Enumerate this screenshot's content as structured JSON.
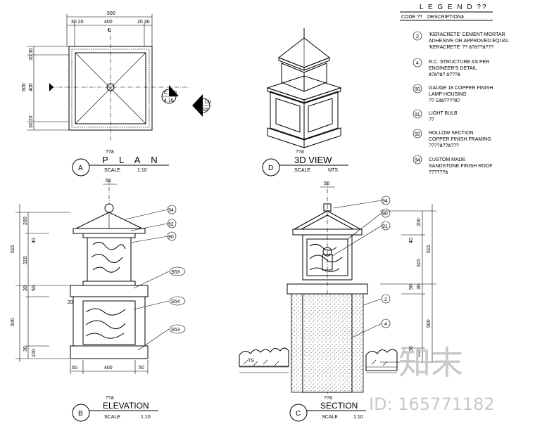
{
  "plan": {
    "title": "P L A N",
    "cn": "??ä",
    "scale_label": "SCALE",
    "scale_value": "1:10",
    "tag": "A",
    "dims_top": [
      "500",
      "400",
      "30 20",
      "20 30"
    ],
    "dims_left": [
      "500",
      "400",
      "20 30",
      "30 20"
    ],
    "cl": "℄",
    "section_markers": [
      {
        "letter": "C",
        "ref": "LD",
        "sheet": "4.16"
      },
      {
        "letter": "B",
        "ref": "LD",
        "sheet": "4.16"
      }
    ]
  },
  "view3d": {
    "title": "3D VIEW",
    "cn": "??ä",
    "scale_label": "SCALE",
    "scale_value": "NTS",
    "tag": "D"
  },
  "elevation": {
    "title": "ELEVATION",
    "cn": "??ä",
    "scale_label": "SCALE",
    "scale_value": "1:10",
    "tag": "B",
    "dims_left": [
      "515",
      "200",
      "40",
      "315",
      "50",
      "30",
      "500",
      "100",
      "30"
    ],
    "dims_bottom": [
      "50",
      "400",
      "50"
    ],
    "dim_top": "50",
    "dim_inner": "20",
    "callouts": [
      "94",
      "92",
      "90",
      "S53",
      "S54",
      "S53"
    ]
  },
  "section": {
    "title": "SECTION",
    "cn": "??ä",
    "scale_label": "SCALE",
    "scale_value": "1:10",
    "tag": "C",
    "dims_right": [
      "515",
      "200",
      "40",
      "315",
      "50",
      "30",
      "500",
      "30",
      "100"
    ],
    "dim_top": "50",
    "callouts": [
      "94",
      "90",
      "91",
      "2",
      "4"
    ],
    "ground_label": "TS"
  },
  "legend": {
    "title": "L E G E N D ??",
    "col_code": "CODE ??",
    "col_desc": "DESCRIPTION",
    "col_desc_cn": "ä",
    "items": [
      {
        "code": "2",
        "lines": [
          "'KERACRETE' CEMENT-MORTAR",
          "ADHESIVE OR APPROVED EQUAL",
          "'KERACRETE' ?? ä?ä??ä???"
        ]
      },
      {
        "code": "4",
        "lines": [
          "R.C. STRUCTURE AS PER",
          "ENGINEER'S DETAIL",
          "ä?ä?ä?   ä???ä"
        ]
      },
      {
        "code": "90",
        "lines": [
          "GAUGE 18 COPPER FINISH",
          "LAMP HOUSING",
          "?? 18ä????ä?"
        ]
      },
      {
        "code": "91",
        "lines": [
          "LIGHT BULB",
          "??"
        ]
      },
      {
        "code": "92",
        "lines": [
          "HOLLOW SECTION",
          "COPPER FINISH FRAMING",
          "????ä??ä???"
        ]
      },
      {
        "code": "94",
        "lines": [
          "CUSTOM MADE",
          "SANDSTONE FINISH ROOF",
          "??????ä"
        ]
      }
    ]
  },
  "watermark": {
    "brand": "知末",
    "id": "ID: 165771182"
  }
}
